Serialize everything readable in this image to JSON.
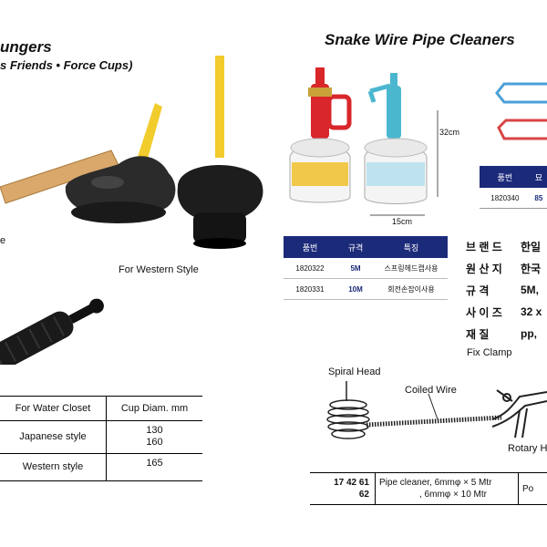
{
  "left": {
    "title_fragment": "ungers",
    "subtitle_fragment": "s Friends • Force Cups)",
    "cutoff_letter": "e",
    "western_caption": "For Western Style",
    "table": {
      "headers": [
        "For Water Closet",
        "Cup Diam. mm"
      ],
      "rows": [
        {
          "style": "Japanese style",
          "diam": [
            "130",
            "160"
          ]
        },
        {
          "style": "Western style",
          "diam": [
            "165"
          ]
        }
      ]
    }
  },
  "right": {
    "title": "Snake Wire Pipe Cleaners",
    "dim_height": "32cm",
    "dim_width": "15cm",
    "product_table": {
      "headers": [
        "품번",
        "규격",
        "특징"
      ],
      "rows": [
        {
          "code": "1820322",
          "size": "5M",
          "feature": "스프링헤드캡사용"
        },
        {
          "code": "1820331",
          "size": "10M",
          "feature": "회전손잡이사용"
        }
      ]
    },
    "small_table": {
      "headers": [
        "품번",
        "묘"
      ],
      "rows": [
        {
          "code": "1820340",
          "value": "85"
        }
      ]
    },
    "spec_table": [
      {
        "key": "브 랜 드",
        "value": "한일"
      },
      {
        "key": "원 산 지",
        "value": "한국"
      },
      {
        "key": "규 격",
        "value": "5M,"
      },
      {
        "key": "사 이 즈",
        "value": "32 x"
      },
      {
        "key": "재 질",
        "value": "pp,"
      }
    ],
    "diagram_labels": {
      "spiral_head": "Spiral Head",
      "coiled_wire": "Coiled Wire",
      "fix_clamp": "Fix Clamp",
      "rotary": "Rotary H"
    },
    "bottom_table": {
      "code": [
        "17 42 61",
        "62"
      ],
      "desc": [
        "Pipe cleaner, 6mmφ × 5 Mtr",
        ", 6mmφ × 10 Mtr"
      ],
      "extra": "Po"
    }
  },
  "colors": {
    "navy": "#1c2a7a",
    "wood": "#d9a86a",
    "yellow": "#f2cc2c",
    "red": "#d8262b",
    "cyan": "#4bb7cf"
  }
}
